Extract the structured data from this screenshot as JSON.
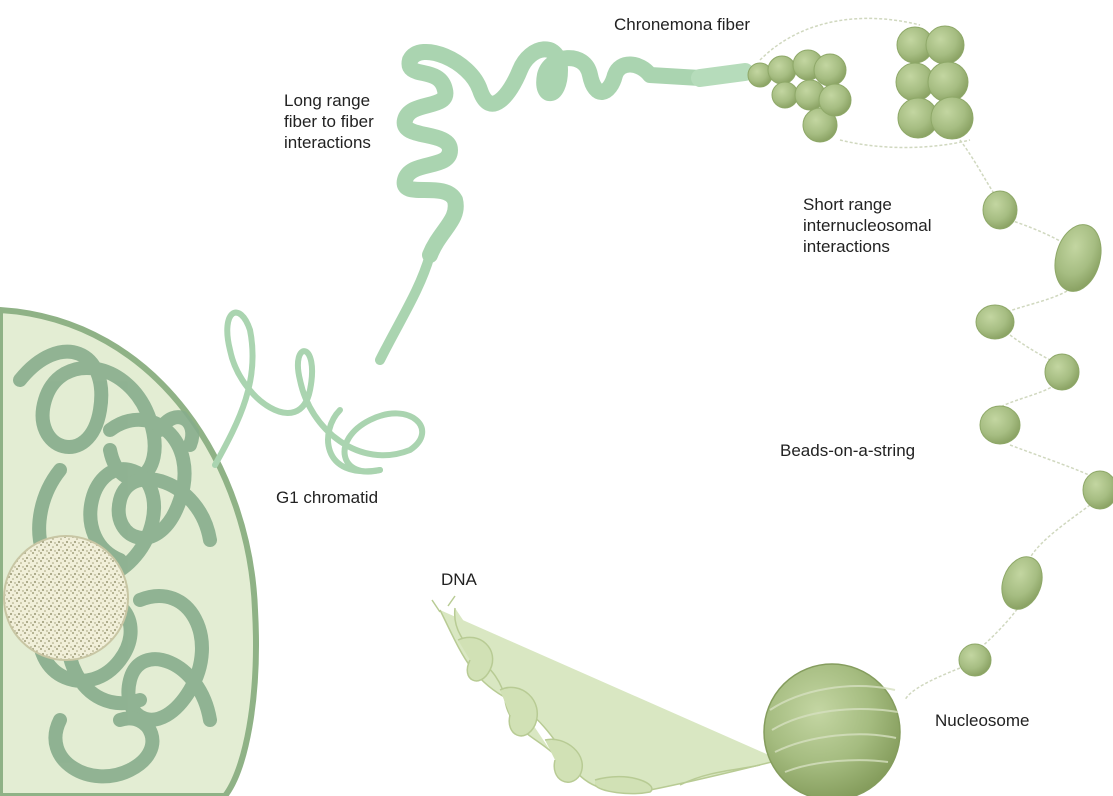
{
  "labels": {
    "chronemona_fiber": "Chronemona fiber",
    "long_range": [
      "Long range",
      "fiber to fiber",
      "interactions"
    ],
    "short_range": [
      "Short range",
      "internucleosomal",
      "interactions"
    ],
    "beads_on_a_string": "Beads-on-a-string",
    "g1_chromatid": "G1 chromatid",
    "dna": "DNA",
    "nucleosome": "Nucleosome"
  },
  "colors": {
    "nucleus_fill": "#e3edd3",
    "nucleus_edge": "#8fb286",
    "chromatin_loops": "#87ac8c",
    "fiber": "#aad4b0",
    "bead": "#a6bd82",
    "bead_dark": "#8ea868",
    "dna_strand": "#d7e6bf",
    "dna_edge": "#b5c98f"
  }
}
